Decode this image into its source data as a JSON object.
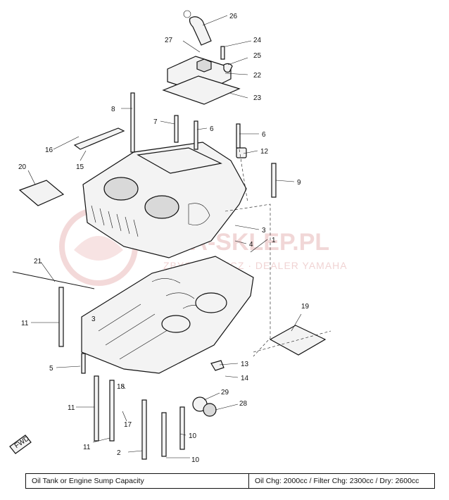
{
  "watermark": {
    "brand": "YAMA-SKLEP.PL",
    "sub": "ZBYSZKIEWICZ · DEALER YAMAHA"
  },
  "fwd_label": "FWD",
  "callouts": {
    "c1": "1",
    "c2": "2",
    "c3a": "3",
    "c3b": "3",
    "c4": "4",
    "c5": "5",
    "c6a": "6",
    "c6b": "6",
    "c7": "7",
    "c8": "8",
    "c9": "9",
    "c10a": "10",
    "c10b": "10",
    "c11a": "11",
    "c11b": "11",
    "c11c": "11",
    "c12": "12",
    "c13": "13",
    "c14": "14",
    "c15": "15",
    "c16": "16",
    "c17": "17",
    "c18": "18",
    "c19": "19",
    "c20": "20",
    "c21": "21",
    "c22": "22",
    "c23": "23",
    "c24": "24",
    "c25": "25",
    "c26": "26",
    "c27": "27",
    "c28": "28",
    "c29": "29"
  },
  "capacity_table": {
    "label": "Oil Tank or Engine Sump Capacity",
    "value": "Oil Chg: 2000cc / Filter Chg: 2300cc / Dry: 2600cc"
  }
}
